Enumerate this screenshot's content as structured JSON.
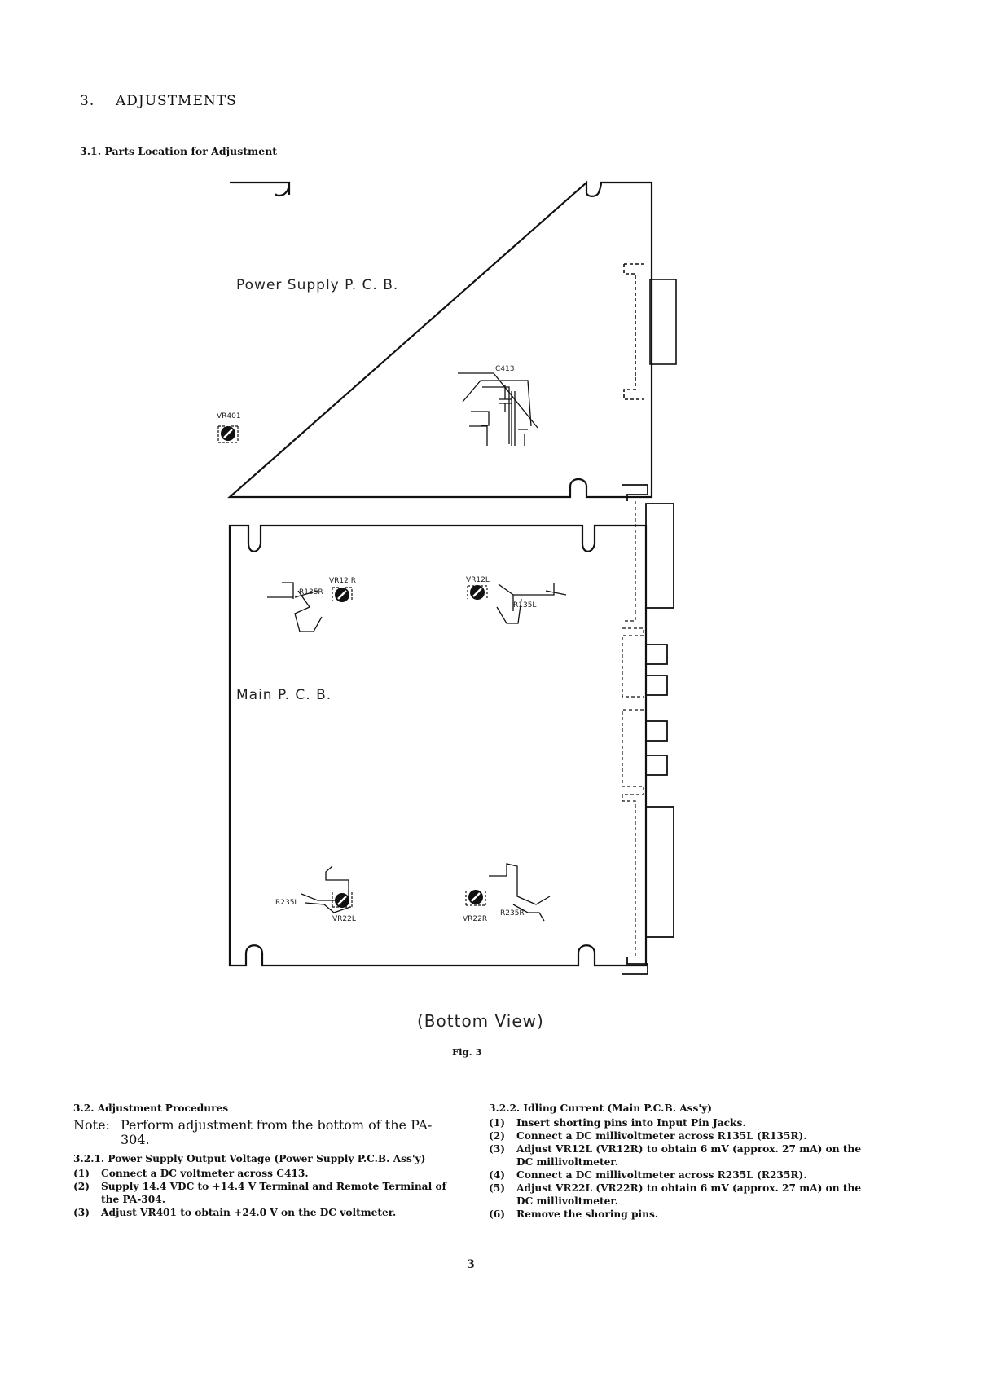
{
  "section": {
    "number": "3.",
    "title": "ADJUSTMENTS"
  },
  "subsection_1": "3.1. Parts Location for Adjustment",
  "figure": {
    "power_board_label": "Power Supply P. C. B.",
    "main_board_label": "Main P. C. B.",
    "view_label": "(Bottom View)",
    "caption": "Fig. 3",
    "components": {
      "vr401": "VR401",
      "c413": "C413",
      "vr12r": "VR12 R",
      "r135r": "R135R",
      "vr12l": "VR12L",
      "r135l": "R135L",
      "r235l": "R235L",
      "vr22l": "VR22L",
      "vr22r": "VR22R",
      "r235r": "R235R"
    }
  },
  "procedures": {
    "heading": "3.2. Adjustment Procedures",
    "note_label": "Note:",
    "note_text": "Perform adjustment from the bottom of the PA-304.",
    "power": {
      "heading": "3.2.1. Power Supply Output Voltage (Power Supply P.C.B. Ass'y)",
      "steps": [
        {
          "n": "(1)",
          "text": "Connect a DC voltmeter across C413."
        },
        {
          "n": "(2)",
          "text": "Supply 14.4 VDC to +14.4 V Terminal and Remote Terminal of the PA-304."
        },
        {
          "n": "(3)",
          "text": "Adjust VR401 to obtain +24.0 V on the DC voltmeter."
        }
      ]
    },
    "idling": {
      "heading": "3.2.2. Idling Current (Main P.C.B. Ass'y)",
      "steps": [
        {
          "n": "(1)",
          "text": "Insert shorting pins into Input Pin Jacks."
        },
        {
          "n": "(2)",
          "text": "Connect a DC millivoltmeter across R135L (R135R)."
        },
        {
          "n": "(3)",
          "text": "Adjust VR12L (VR12R) to obtain 6 mV (approx. 27 mA) on the DC millivoltmeter."
        },
        {
          "n": "(4)",
          "text": "Connect a DC millivoltmeter across R235L (R235R)."
        },
        {
          "n": "(5)",
          "text": "Adjust VR22L (VR22R) to obtain 6 mV (approx. 27 mA) on the DC millivoltmeter."
        },
        {
          "n": "(6)",
          "text": "Remove the shoring pins."
        }
      ]
    }
  },
  "page_number": "3"
}
